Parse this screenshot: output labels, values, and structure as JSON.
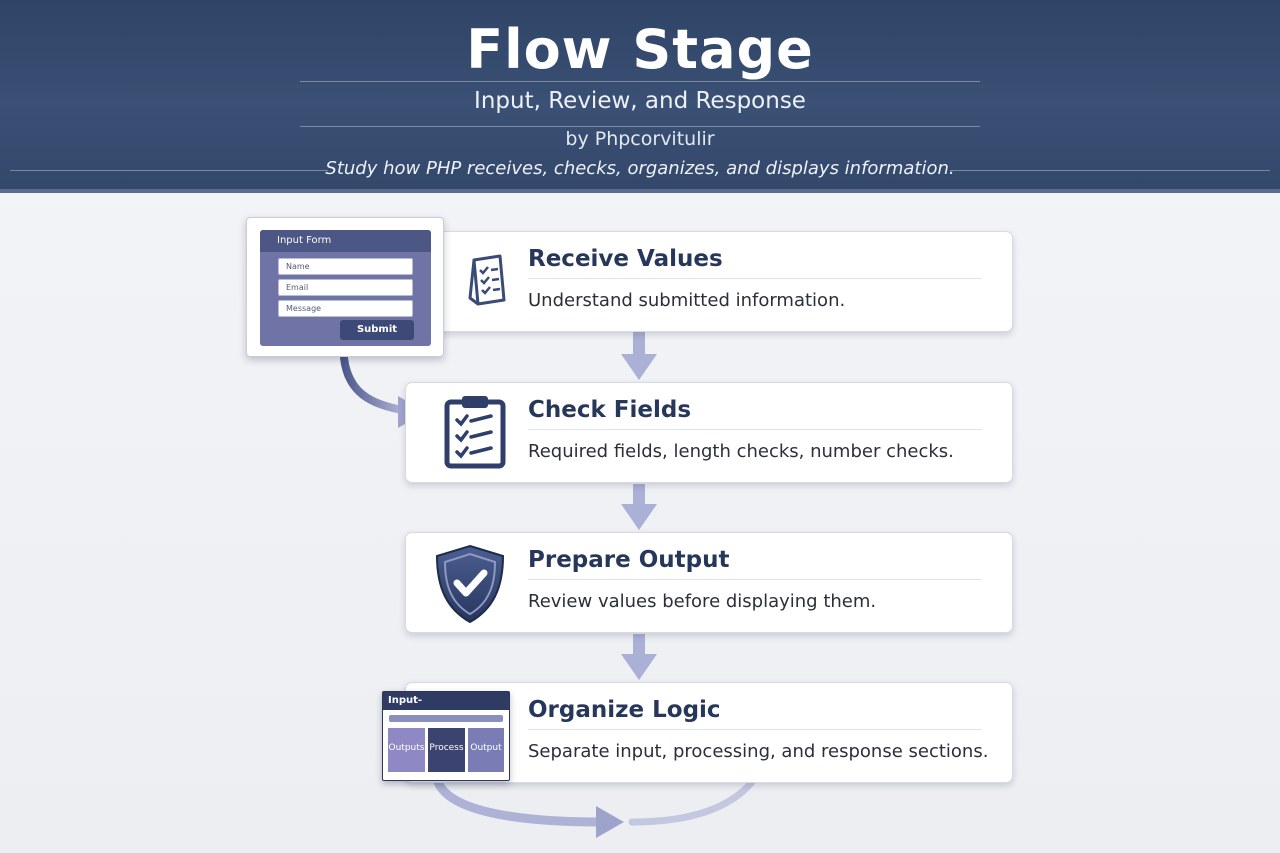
{
  "header": {
    "title": "Flow Stage",
    "subtitle": "Input, Review, and Response",
    "byline": "by Phpcorvitulir",
    "tagline": "Study how PHP receives, checks, organizes, and displays information."
  },
  "form_widget": {
    "title": "Input Form",
    "fields": [
      "Name",
      "Email",
      "Message"
    ],
    "submit_label": "Submit"
  },
  "steps": [
    {
      "title": "Receive Values",
      "description": "Understand submitted information.",
      "icon": "checklist-document-icon"
    },
    {
      "title": "Check Fields",
      "description": "Required fields, length checks, number checks.",
      "icon": "clipboard-checklist-icon"
    },
    {
      "title": "Prepare Output",
      "description": "Review values before displaying them.",
      "icon": "shield-check-icon"
    },
    {
      "title": "Organize Logic",
      "description": "Separate input, processing, and response sections.",
      "icon": "layout-window-icon"
    }
  ],
  "organize_widget": {
    "title": "Input-",
    "columns": [
      "Outputs",
      "Process",
      "Output"
    ]
  },
  "colors": {
    "header_bg": "#34496c",
    "card_title": "#26375a",
    "accent_purple": "#6f73a5",
    "connector": "#a9add4"
  }
}
